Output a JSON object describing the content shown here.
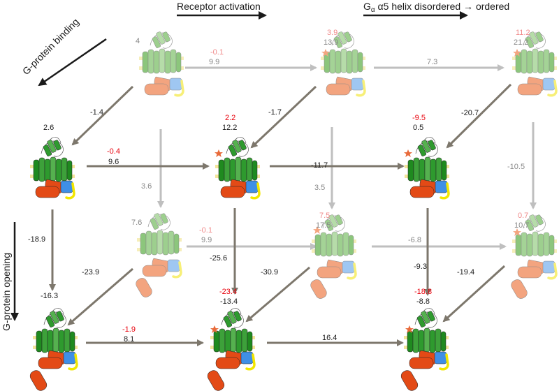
{
  "axes": {
    "receptor_activation": "Receptor activation",
    "helix_prefix": "G",
    "helix_sub": "α",
    "helix_rest": " α5 helix disordered → ordered",
    "gprotein_binding": "G-protein binding",
    "gprotein_opening": "G-protein opening"
  },
  "colors": {
    "red": "#e8000b",
    "faded_red": "#f08b8b",
    "black": "#1a1a1a",
    "gray": "#888888",
    "arrow_dark": "#7d776c",
    "arrow_light": "#bfbfbf",
    "membrane": "#f3e59c",
    "receptor_dark": "#2e9a2e",
    "receptor_light": "#9dcf8e",
    "alpha_dark": "#e34a16",
    "alpha_light": "#f3a47f",
    "beta_dark": "#3f8fe6",
    "beta_light": "#9fc7f2",
    "gamma_dark": "#f2e600",
    "gamma_light": "#f7ef77",
    "star": "#e86a3a"
  },
  "states": {
    "b1": {
      "red": "",
      "val": "4"
    },
    "b2": {
      "red": "3.9",
      "val": "13.9"
    },
    "b3": {
      "red": "11.2",
      "val": "21.2"
    },
    "f1": {
      "red": "",
      "val": "2.6"
    },
    "f2": {
      "red": "2.2",
      "val": "12.2"
    },
    "f3": {
      "red": "-9.5",
      "val": "0.5"
    },
    "bb1": {
      "red": "",
      "val": "7.6"
    },
    "bb2": {
      "red": "7.5",
      "val": "17.5"
    },
    "bb3": {
      "red": "0.7",
      "val": "10.7"
    },
    "fb1": {
      "red": "",
      "val": "-16.3"
    },
    "fb2": {
      "red": "-23.4",
      "val": "-13.4"
    },
    "fb3": {
      "red": "-18.8",
      "val": "-8.8"
    }
  },
  "edges": {
    "back_h1": {
      "red": "-0.1",
      "val": "9.9"
    },
    "back_h2": "7.3",
    "front_h1": {
      "red": "-0.4",
      "val": "9.6"
    },
    "front_h2": "-11.7",
    "bb_h1": {
      "red": "-0.1",
      "val": "9.9"
    },
    "bb_h2": "-6.8",
    "fb_h1": {
      "red": "-1.9",
      "val": "8.1"
    },
    "fb_h2": "16.4",
    "d_top1": "-1.4",
    "d_top2": "-1.7",
    "d_top3": "-20.7",
    "d_bot1": "-23.9",
    "d_bot2": "-30.9",
    "d_bot3": "-19.4",
    "v_back1": "3.6",
    "v_back2": "3.5",
    "v_back3": "-10.5",
    "v_front1": "-18.9",
    "v_front2": "-25.6",
    "v_front3": "-9.3"
  }
}
